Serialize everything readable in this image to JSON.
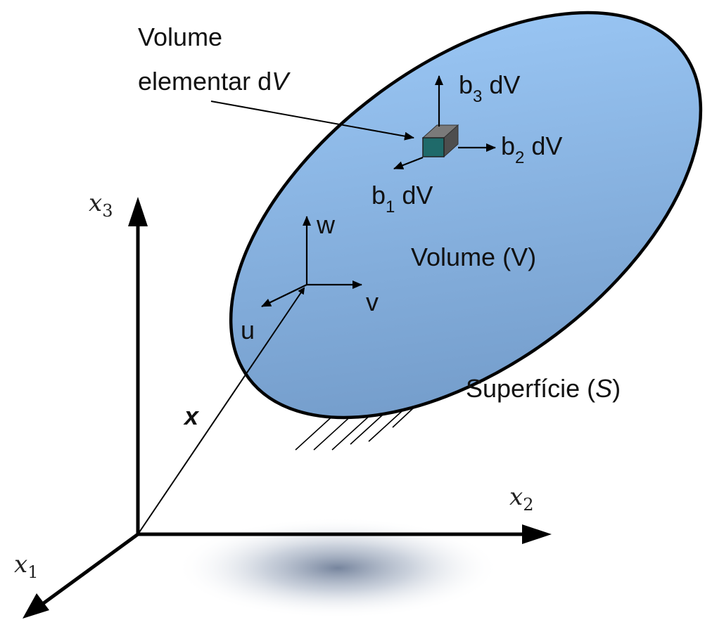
{
  "labels": {
    "volume_elementar_line1": "Volume",
    "volume_elementar_line2": "elementar d",
    "volume_elementar_V": "V",
    "b3": "b",
    "b3_sub": "3",
    "b3_tail": " dV",
    "b2": "b",
    "b2_sub": "2",
    "b2_tail": " dV",
    "b1": "b",
    "b1_sub": "1",
    "b1_tail": " dV",
    "w": "w",
    "v": "v",
    "u": "u",
    "volume": "Volume (V)",
    "superficie_pre": "Superfície (",
    "superficie_S": "S",
    "superficie_post": ")",
    "position_vector": "x"
  },
  "axes": {
    "x1": "x",
    "x1_sub": "1",
    "x2": "x",
    "x2_sub": "2",
    "x3": "x",
    "x3_sub": "3"
  },
  "colors": {
    "body_fill_dark": "#6e96c4",
    "body_fill_light": "#9fccfa",
    "outline": "#000000",
    "element_front": "#1f6a6a",
    "element_top": "#7a7a7a",
    "element_side": "#4e4e4e",
    "shadow": "#5e6f8c"
  }
}
